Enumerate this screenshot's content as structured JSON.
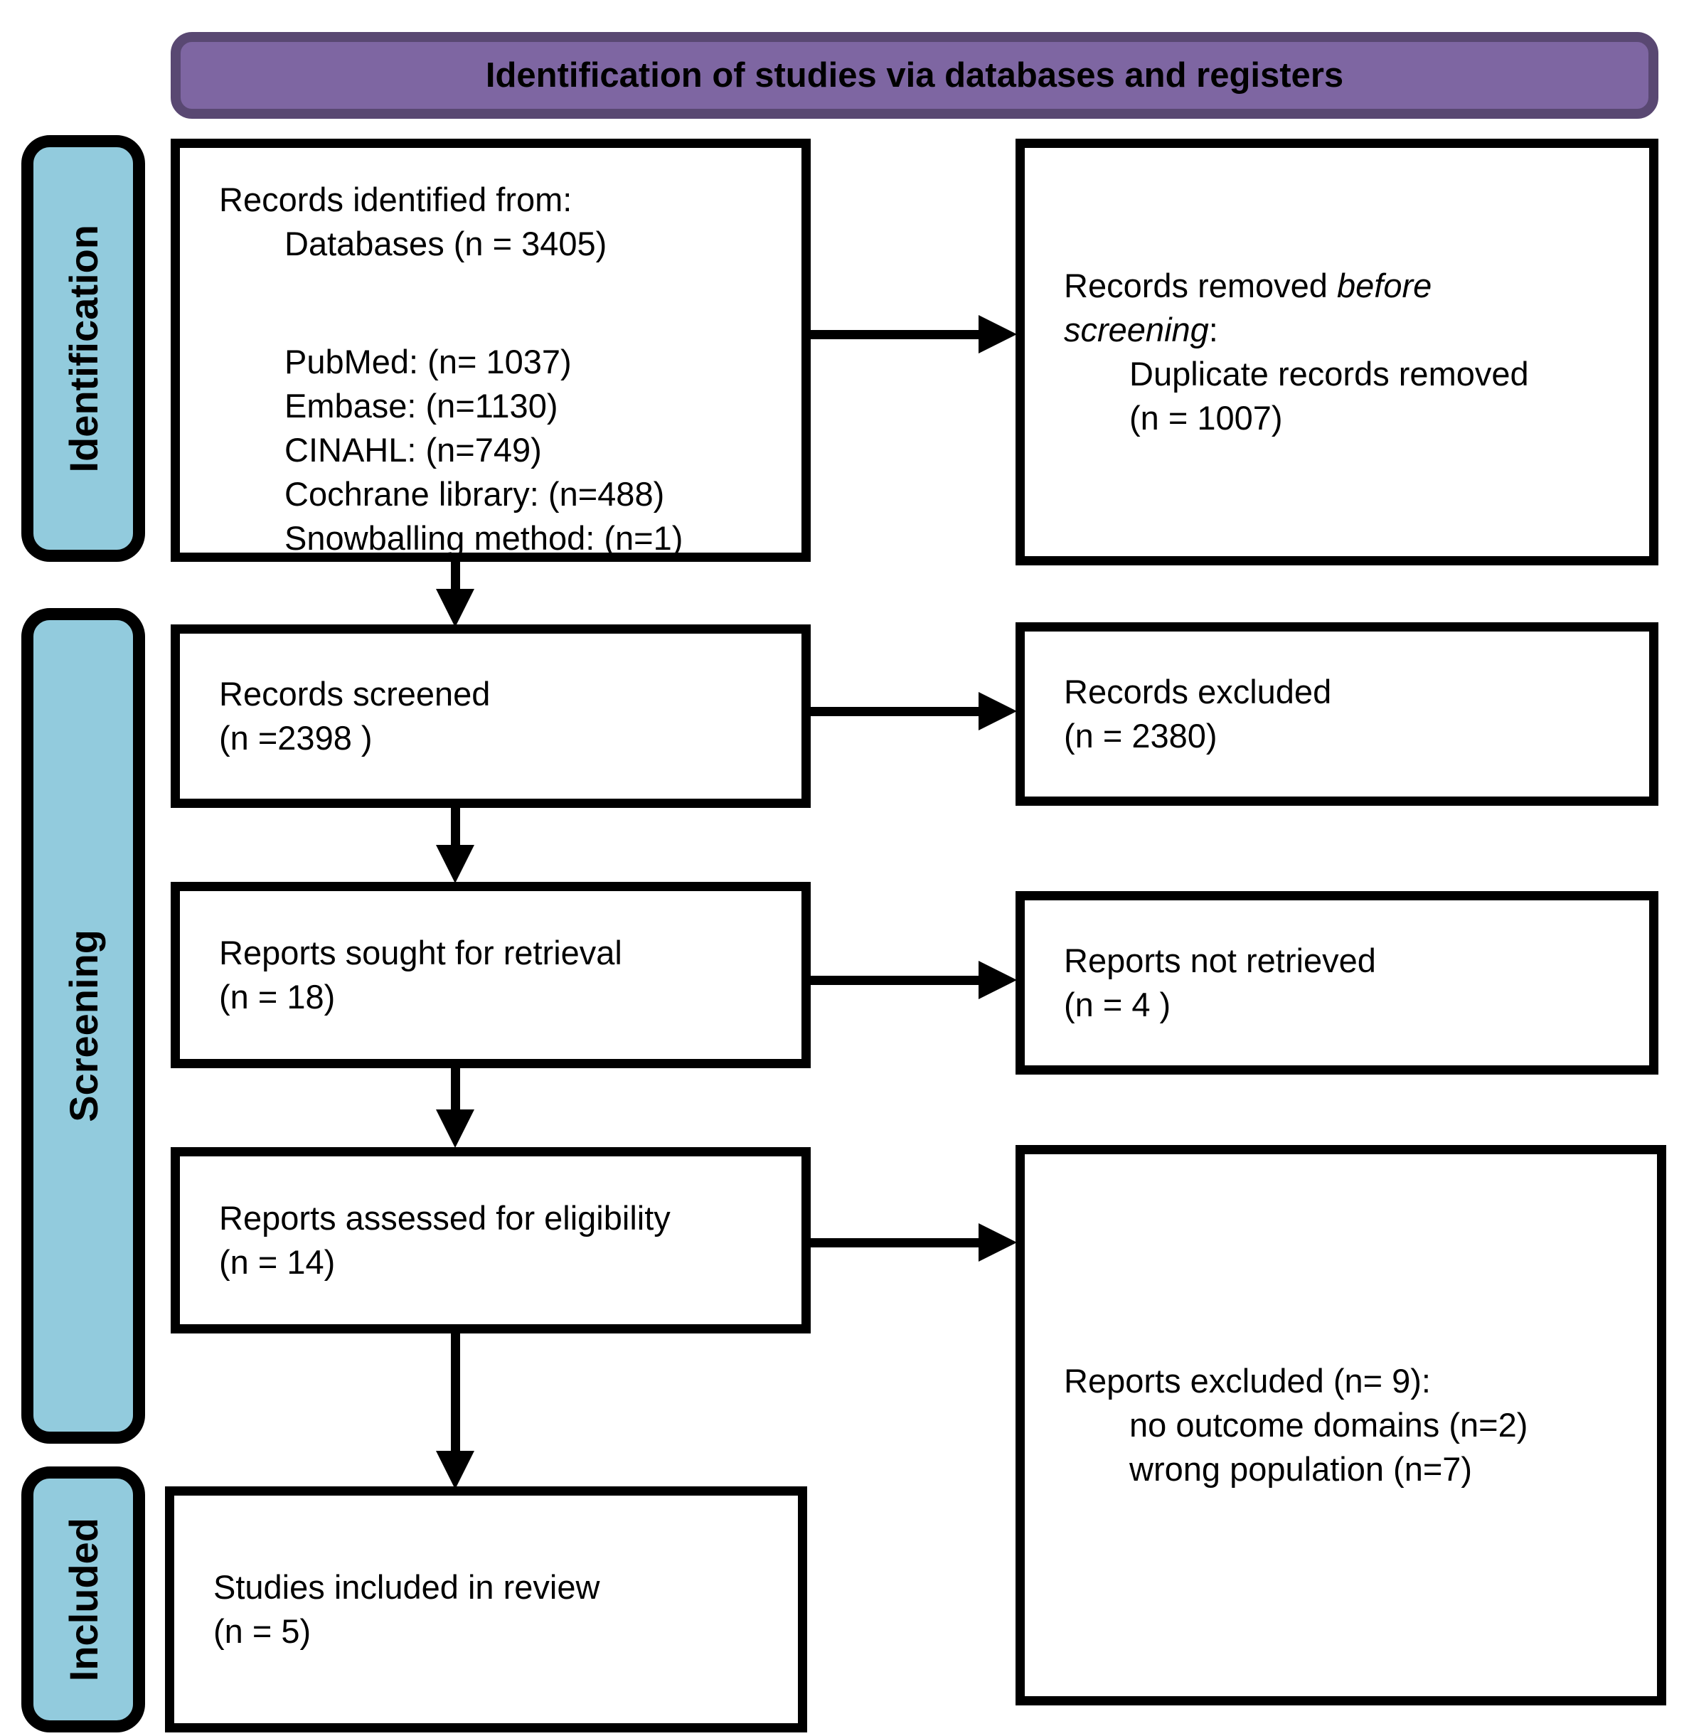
{
  "banner": {
    "title": "Identification of studies via databases and registers"
  },
  "stages": {
    "identification": "Identification",
    "screening": "Screening",
    "included": "Included"
  },
  "boxes": {
    "records_identified": {
      "header": "Records identified from:",
      "databases": "Databases (n = 3405)",
      "sources": [
        "PubMed: (n= 1037)",
        "Embase: (n=1130)",
        "CINAHL: (n=749)",
        "Cochrane library: (n=488)",
        "Snowballing method: (n=1)"
      ]
    },
    "records_removed": {
      "line1_normal": "Records removed ",
      "line1_italic": "before",
      "line2_italic": "screening",
      "line2_normal": ":",
      "detail_line1": "Duplicate records removed",
      "detail_line2": "(n = 1007)"
    },
    "records_screened": {
      "line1": "Records screened",
      "line2": "(n =2398 )"
    },
    "records_excluded": {
      "line1": "Records excluded",
      "line2": "(n = 2380)"
    },
    "reports_sought": {
      "line1": "Reports sought for retrieval",
      "line2": "(n = 18)"
    },
    "reports_not_retrieved": {
      "line1": "Reports not retrieved",
      "line2": "(n = 4 )"
    },
    "reports_assessed": {
      "line1": "Reports assessed for eligibility",
      "line2": "(n = 14)"
    },
    "reports_excluded": {
      "header": "Reports excluded (n= 9):",
      "reasons": [
        "no outcome domains (n=2)",
        "wrong population (n=7)"
      ]
    },
    "studies_included": {
      "line1": "Studies included in review",
      "line2": "(n = 5)"
    }
  },
  "colors": {
    "banner_fill": "#7E66A2",
    "banner_border": "#594872",
    "stage_fill": "#92CBDD",
    "stage_border": "#000000",
    "box_border": "#000000",
    "background": "#FFFFFF"
  }
}
